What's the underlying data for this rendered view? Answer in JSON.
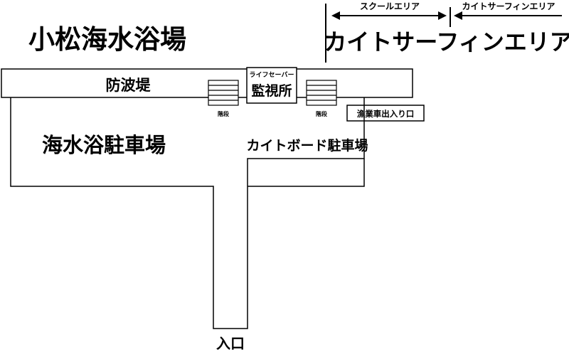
{
  "title": "小松海水浴場",
  "zones": {
    "school_area": "スクールエリア",
    "kitesurf_area_small": "カイトサーフィンエリア",
    "kitesurf_area_large": "カイトサーフィンエリア"
  },
  "facilities": {
    "breakwater": "防波堤",
    "lifeguard_caption": "ライフセーバー",
    "lifeguard_station": "監視所",
    "stairs_left": "階段",
    "stairs_right": "階段",
    "fishing_vehicle_entrance": "漁業車出入り口",
    "beach_parking": "海水浴駐車場",
    "kiteboard_parking": "カイトボード駐車場",
    "entrance": "入口"
  },
  "colors": {
    "line": "#000000",
    "background": "#ffffff"
  }
}
